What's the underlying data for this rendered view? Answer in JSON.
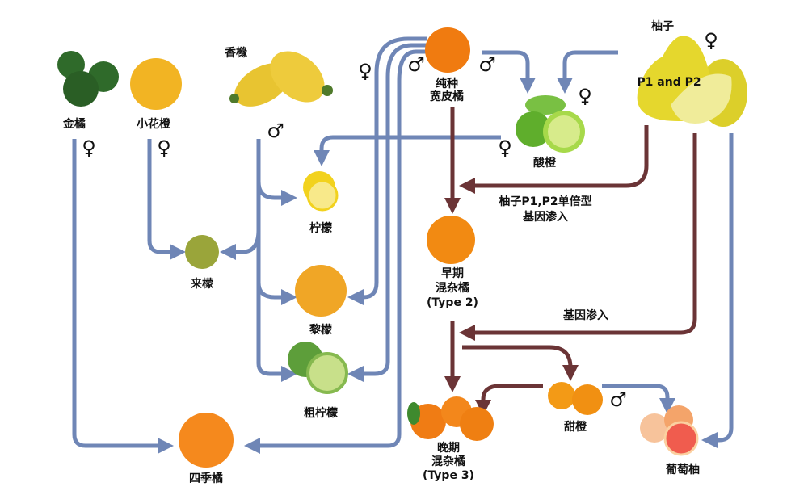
{
  "colors": {
    "maternal_line": "#6f86b6",
    "introgression_line": "#6b3436"
  },
  "nodes": {
    "kumquat": {
      "label": "金橘",
      "sex": "♀"
    },
    "ichang": {
      "label": "小花橙",
      "sex": "♀"
    },
    "citron": {
      "label": "香橼",
      "sex": "♂"
    },
    "mandarin": {
      "label1": "纯种",
      "label2": "宽皮橘",
      "sex1": "♂",
      "sex2": "♂",
      "sex3": "♀"
    },
    "sour_orange": {
      "label": "酸橙",
      "sex1": "♀",
      "sex2": "♀"
    },
    "pummelo": {
      "label": "柚子",
      "inner": "P1 and P2",
      "sex": "♀"
    },
    "lemon": {
      "label": "柠檬"
    },
    "lime": {
      "label": "来檬"
    },
    "rangpur": {
      "label": "黎檬"
    },
    "rough_lemon": {
      "label": "粗柠檬"
    },
    "early_hybrid": {
      "label1": "早期",
      "label2": "混杂橘",
      "label3": "(Type 2)"
    },
    "calamondin": {
      "label": "四季橘"
    },
    "late_hybrid": {
      "label1": "晚期",
      "label2": "混杂橘",
      "label3": "(Type 3)"
    },
    "sweet_orange": {
      "label": "甜橙",
      "sex": "♂"
    },
    "grapefruit": {
      "label": "葡萄柚"
    }
  },
  "annotations": {
    "haplotype_line1": "柚子P1,P2单倍型",
    "haplotype_line2": "基因渗入",
    "introgression": "基因渗入"
  }
}
